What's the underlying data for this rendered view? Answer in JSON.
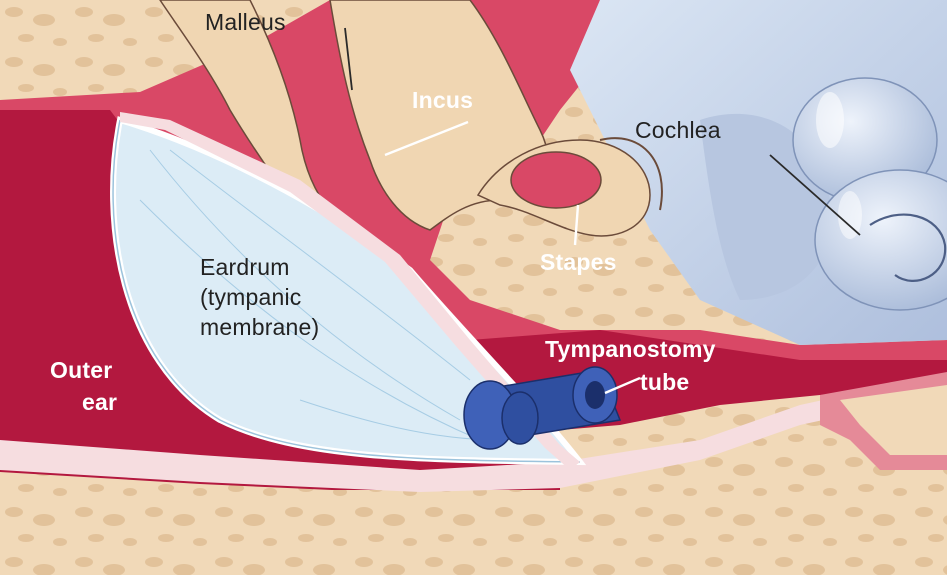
{
  "diagram": {
    "labels": {
      "malleus": "Malleus",
      "incus": "Incus",
      "cochlea": "Cochlea",
      "stapes": "Stapes",
      "eardrum_line1": "Eardrum",
      "eardrum_line2": "(tympanic",
      "eardrum_line3": "membrane)",
      "tube_line1": "Tympanostomy",
      "tube_line2": "tube",
      "outer_ear_line1": "Outer",
      "outer_ear_line2": "ear"
    },
    "colors": {
      "bone": "#f1d9b8",
      "bone_spot": "#e2c29a",
      "tissue_light": "#d94866",
      "tissue_dark": "#b3183f",
      "ossicle": "#f0d6b2",
      "membrane": "#dcecf6",
      "cochlea": "#c5d4ea",
      "tube": "#2f4fa0",
      "lining": "#f6dde0"
    }
  }
}
